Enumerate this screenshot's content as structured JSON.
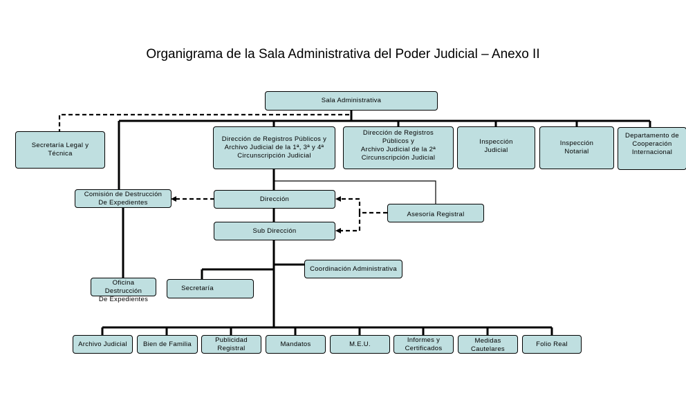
{
  "title": "Organigrama de la Sala Administrativa del Poder Judicial – Anexo II",
  "colors": {
    "box_fill": "#bfdfe0",
    "line": "#000000"
  },
  "nodes": {
    "sala": "Sala Administrativa",
    "secretaria_legal": "Secretaría Legal y\nTécnica",
    "dir_1_3_4": "Dirección de Registros Públicos y\nArchivo Judicial de la 1ª, 3ª y 4ª\nCircunscripción Judicial",
    "dir_2": "Dirección de Registros\nPúblicos y\nArchivo Judicial de la 2ª\nCircunscripción Judicial",
    "inspeccion_judicial": "Inspección\nJudicial",
    "inspeccion_notarial": "Inspección\nNotarial",
    "cooperacion": "Departamento de\nCooperación\nInternacional",
    "comision": "Comisión de Destrucción\nDe Expedientes",
    "direccion": "Dirección",
    "asesoria": "Asesoría Registral",
    "sub_direccion": "Sub Dirección",
    "coordinacion": "Coordinación Administrativa",
    "oficina": "Oficina Destrucción\nDe Expedientes",
    "secretaria": "Secretaría",
    "archivo_judicial": "Archivo Judicial",
    "bien_familia": "Bien de Familia",
    "publicidad": "Publicidad\nRegistral",
    "mandatos": "Mandatos",
    "meu": "M.E.U.",
    "informes": "Informes y\nCertificados",
    "medidas": "Medidas\nCautelares",
    "folio": "Folio Real"
  }
}
